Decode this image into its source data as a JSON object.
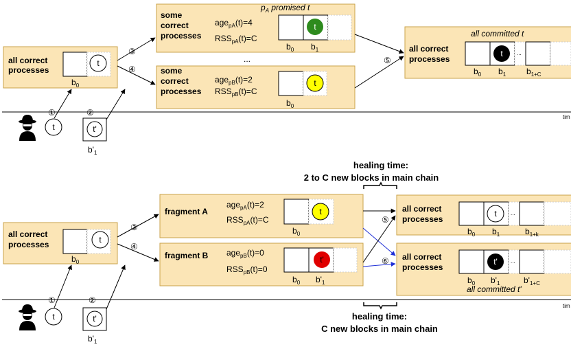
{
  "top": {
    "start_box": {
      "line1": "all correct",
      "line2": "processes",
      "block": "b",
      "block_sub": "0",
      "tx": "t"
    },
    "step_1": "①",
    "step_2": "②",
    "step_3": "③",
    "step_4": "④",
    "step_5": "⑤",
    "adversary_tx": "t",
    "fork_tx": "t'",
    "fork_block": "b'",
    "fork_block_sub": "1",
    "group_a": {
      "line1": "some",
      "line2": "correct",
      "line3": "processes",
      "age_label": "age",
      "age_sub": "pA",
      "age_value": "(t)=4",
      "rss_label": "RSS",
      "rss_sub": "pA",
      "rss_value": "(t)=C",
      "promise_label": "p",
      "promise_sub": "A",
      "promise_text": " promised t",
      "tx": "t",
      "block0": "b",
      "block0_sub": "0",
      "block1": "b",
      "block1_sub": "1"
    },
    "ellipsis": "...",
    "group_b": {
      "line1": "some",
      "line2": "correct",
      "line3": "processes",
      "age_label": "age",
      "age_sub": "pB",
      "age_value": "(t)=2",
      "rss_label": "RSS",
      "rss_sub": "pB",
      "rss_value": "(t)=C",
      "tx": "t",
      "block0": "b",
      "block0_sub": "0"
    },
    "committed": {
      "title": "all committed t",
      "line1": "all correct",
      "line2": "processes",
      "tx": "t",
      "dots": "...",
      "block0": "b",
      "block0_sub": "0",
      "block1": "b",
      "block1_sub": "1",
      "block2": "b",
      "block2_sub": "1+C"
    },
    "time_label": "tim"
  },
  "bottom": {
    "healing_top_line1": "healing time:",
    "healing_top_line2": "2 to C new blocks in main chain",
    "healing_bottom_line1": "healing time:",
    "healing_bottom_line2": "C new blocks in main chain",
    "start_box": {
      "line1": "all correct",
      "line2": "processes",
      "block": "b",
      "block_sub": "0",
      "tx": "t"
    },
    "step_1": "①",
    "step_2": "②",
    "step_3": "③",
    "step_4": "④",
    "step_5": "⑤",
    "step_6": "⑥",
    "adversary_tx": "t",
    "fork_tx": "t'",
    "fork_block": "b'",
    "fork_block_sub": "1",
    "fragment_a": {
      "title": "fragment A",
      "age_label": "age",
      "age_sub": "pA",
      "age_value": "(t)=2",
      "rss_label": "RSS",
      "rss_sub": "pA",
      "rss_value": "(t)=C",
      "tx": "t",
      "block0": "b",
      "block0_sub": "0"
    },
    "fragment_b": {
      "title": "fragment B",
      "age_label": "age",
      "age_sub": "pB",
      "age_value": "(t)=0",
      "rss_label": "RSS",
      "rss_sub": "pB",
      "rss_value": "(t)=0",
      "tx": "t'",
      "block0": "b",
      "block0_sub": "0",
      "block1": "b'",
      "block1_sub": "1"
    },
    "result_a": {
      "line1": "all correct",
      "line2": "processes",
      "tx": "t",
      "dots": "...",
      "block0": "b",
      "block0_sub": "0",
      "block1": "b",
      "block1_sub": "1",
      "block2": "b",
      "block2_sub": "1+k"
    },
    "result_b": {
      "line1": "all correct",
      "line2": "processes",
      "tx": "t'",
      "dots": "...",
      "block0": "b",
      "block0_sub": "0",
      "block1": "b'",
      "block1_sub": "1",
      "block2": "b'",
      "block2_sub": "1+C",
      "footer": "all committed t'"
    },
    "time_label": "tim"
  },
  "colors": {
    "box_fill": "#fbe5b6",
    "box_stroke": "#c9a24a",
    "green": "#2e8b1e",
    "yellow": "#ffff00",
    "red": "#e00000",
    "black": "#000000",
    "blue": "#1f2fd6"
  }
}
